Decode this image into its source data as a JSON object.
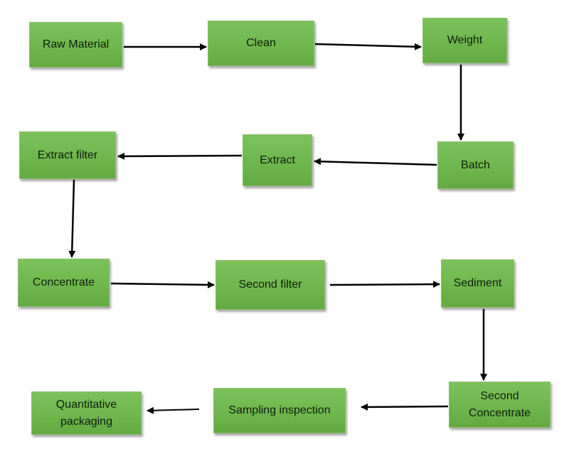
{
  "flowchart": {
    "nodes": [
      {
        "id": "raw",
        "label": "Raw Material"
      },
      {
        "id": "clean",
        "label": "Clean"
      },
      {
        "id": "weight",
        "label": "Weight"
      },
      {
        "id": "batch",
        "label": "Batch"
      },
      {
        "id": "extract",
        "label": "Extract"
      },
      {
        "id": "exfilter",
        "label": "Extract filter"
      },
      {
        "id": "conc",
        "label": "Concentrate"
      },
      {
        "id": "secfilt",
        "label": "Second filter"
      },
      {
        "id": "sediment",
        "label": "Sediment"
      },
      {
        "id": "secconc",
        "label": "Second\nConcentrate"
      },
      {
        "id": "sampling",
        "label": "Sampling inspection"
      },
      {
        "id": "quant",
        "label": "Quantitative\npackaging"
      }
    ],
    "edges": [
      {
        "from": "raw",
        "to": "clean"
      },
      {
        "from": "clean",
        "to": "weight"
      },
      {
        "from": "weight",
        "to": "batch"
      },
      {
        "from": "batch",
        "to": "extract"
      },
      {
        "from": "extract",
        "to": "exfilter"
      },
      {
        "from": "exfilter",
        "to": "conc"
      },
      {
        "from": "conc",
        "to": "secfilt"
      },
      {
        "from": "secfilt",
        "to": "sediment"
      },
      {
        "from": "sediment",
        "to": "secconc"
      },
      {
        "from": "secconc",
        "to": "sampling"
      },
      {
        "from": "sampling",
        "to": "quant"
      }
    ],
    "colors": {
      "node_fill": "#6fb64d",
      "node_border": "#8cc06f",
      "arrow": "#000000",
      "text": "#0f1f0a"
    }
  }
}
